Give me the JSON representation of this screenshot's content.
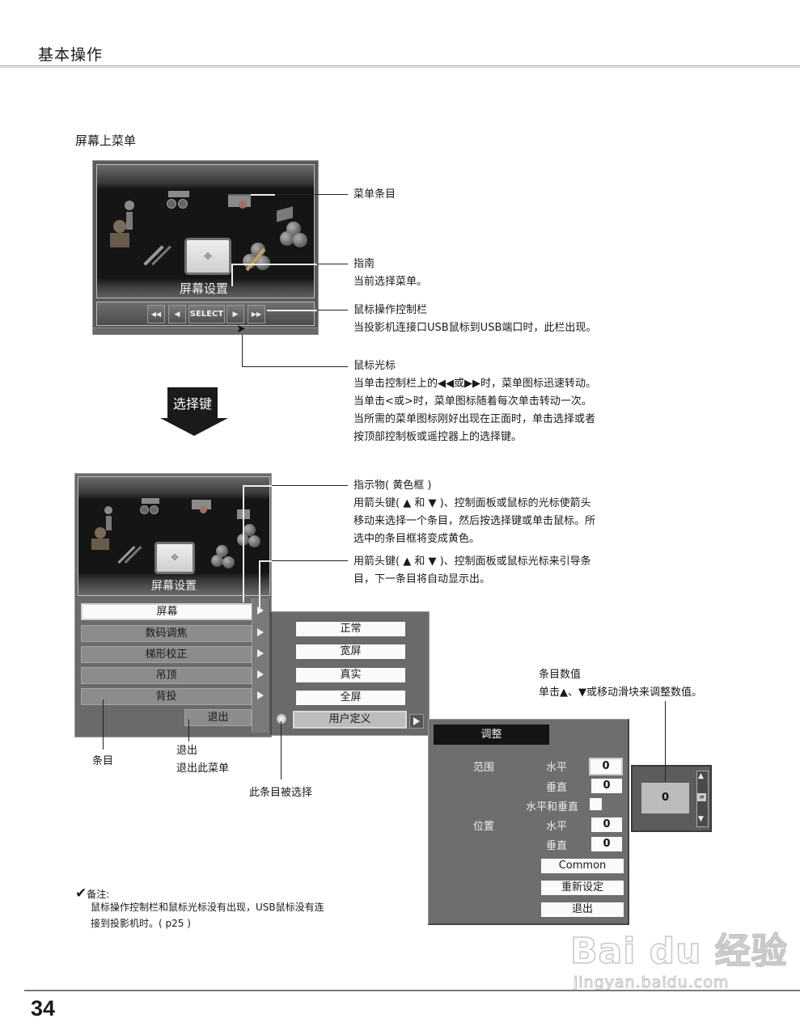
{
  "header": {
    "title": "基本操作"
  },
  "section": {
    "title": "屏幕上菜单"
  },
  "osd_top": {
    "guide_label": "屏幕设置",
    "control_bar": {
      "buttons": [
        {
          "id": "fast-rewind",
          "glyph": "◀◀"
        },
        {
          "id": "prev",
          "glyph": "◀"
        },
        {
          "id": "select",
          "label": "SELECT"
        },
        {
          "id": "next",
          "glyph": "▶"
        },
        {
          "id": "fast-forward",
          "glyph": "▶▶"
        }
      ]
    }
  },
  "callouts_top": {
    "menu_item": {
      "title": "菜单条目"
    },
    "guide": {
      "title": "指南",
      "desc": "当前选择菜单。"
    },
    "mouse_bar": {
      "title": "鼠标操作控制栏",
      "desc": "当投影机连接口USB鼠标到USB端口时，此栏出现。"
    },
    "cursor": {
      "title": "鼠标光标",
      "lines": [
        "当单击控制栏上的◀◀或▶▶时，菜单图标迅速转动。",
        "当单击<或>时，菜单图标随着每次单击转动一次。",
        "当所需的菜单图标刚好出现在正面时，单击选择或者",
        "按顶部控制板或遥控器上的选择键。"
      ]
    }
  },
  "select_key_arrow": {
    "label": "选择键"
  },
  "osd_bottom": {
    "guide_label": "屏幕设置",
    "menu_items": [
      "屏幕",
      "数码调焦",
      "梯形校正",
      "吊顶",
      "背投"
    ],
    "exit_label": "退出",
    "submenu_items": [
      "正常",
      "宽屏",
      "真实",
      "全屏",
      "用户定义"
    ]
  },
  "callouts_bottom": {
    "pointer": {
      "title": "指示物( 黄色框 )",
      "lines": [
        "用箭头键( ▲ 和 ▼ )、控制面板或鼠标的光标使箭头",
        "移动来选择一个条目，然后按选择键或单击鼠标。所",
        "选中的条目框将变成黄色。"
      ]
    },
    "arrow_nav": {
      "lines": [
        "用箭头键( ▲ 和 ▼ )、控制面板或鼠标光标来引导条",
        "目，下一条目将自动显示出。"
      ]
    },
    "item": {
      "title": "条目"
    },
    "exit": {
      "title": "退出",
      "desc": "退出此菜单"
    },
    "selected": {
      "title": "此条目被选择"
    },
    "item_value": {
      "title": "条目数值",
      "desc": "单击▲、▼或移动滑块来调整数值。"
    }
  },
  "adjust_panel": {
    "title": "调整",
    "range_label": "范围",
    "position_label": "位置",
    "rows": [
      {
        "label": "水平",
        "value": "0"
      },
      {
        "label": "垂直",
        "value": "0"
      },
      {
        "label": "水平和垂直",
        "checkbox": false
      },
      {
        "label": "水平",
        "value": "0"
      },
      {
        "label": "垂直",
        "value": "0"
      }
    ],
    "buttons": [
      "Common",
      "重新设定",
      "退出"
    ]
  },
  "slider": {
    "value": "0",
    "up": "▲",
    "thumb": "≡",
    "down": "▼"
  },
  "note": {
    "title": "备注:",
    "lines": [
      "鼠标操作控制栏和鼠标光标没有出现，USB鼠标没有连",
      "接到投影机时。( p25 )"
    ]
  },
  "footer": {
    "page_number": "34"
  },
  "watermark": {
    "brand": "Bai du 经验",
    "url": "jingyan.baidu.com"
  }
}
